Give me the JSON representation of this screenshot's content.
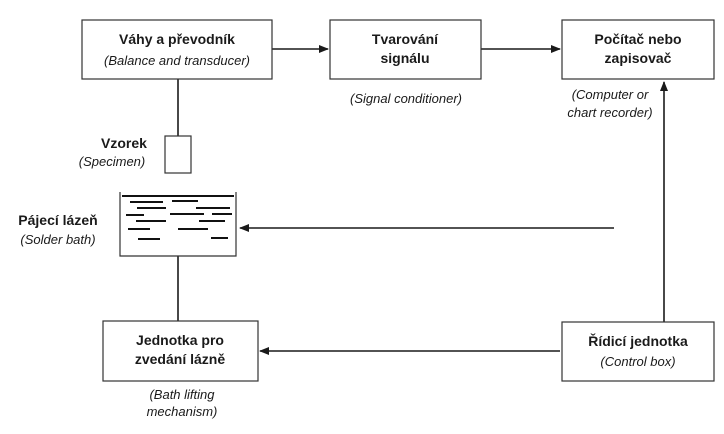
{
  "blocks": {
    "balance": {
      "title": "Váhy a převodník",
      "subtitle": "(Balance and transducer)"
    },
    "conditioner": {
      "title_line1": "Tvarování",
      "title_line2": "signálu",
      "caption": "(Signal conditioner)"
    },
    "computer": {
      "title_line1": "Počítač nebo",
      "title_line2": "zapisovač",
      "caption_line1": "(Computer or",
      "caption_line2": "chart recorder)"
    },
    "specimen": {
      "title": "Vzorek",
      "subtitle": "(Specimen)"
    },
    "solder_bath": {
      "title": "Pájecí lázeň",
      "subtitle": "(Solder bath)"
    },
    "lifting": {
      "title_line1": "Jednotka pro",
      "title_line2": "zvedání lázně",
      "caption_line1": "(Bath lifting",
      "caption_line2": "mechanism)"
    },
    "control": {
      "title": "Řídicí jednotka",
      "subtitle": "(Control box)"
    }
  }
}
